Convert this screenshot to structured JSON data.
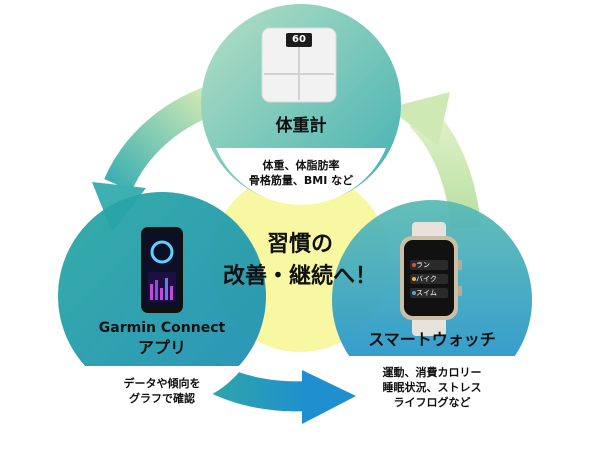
{
  "center": {
    "line1": "習慣の",
    "line2": "改善・継続へ！"
  },
  "scale": {
    "title": "体重計",
    "desc_line1": "体重、体脂肪率",
    "desc_line2": "骨格筋量、BMI など",
    "display_value": "60"
  },
  "app": {
    "title_line1": "Garmin Connect",
    "title_line2": "アプリ",
    "desc_line1": "データや傾向を",
    "desc_line2": "グラフで確認"
  },
  "watch": {
    "title": "スマートウォッチ",
    "desc_line1": "運動、消費カロリー",
    "desc_line2": "睡眠状況、ストレス",
    "desc_line3": "ライフログなど",
    "menu": [
      "ラン",
      "バイク",
      "スイム"
    ]
  },
  "colors": {
    "center_yellow": "#f7f79a",
    "arrow_light": "#cfe9b4",
    "arrow_teal": "#3fb0b2",
    "arrow_blue": "#1f8fd0"
  }
}
